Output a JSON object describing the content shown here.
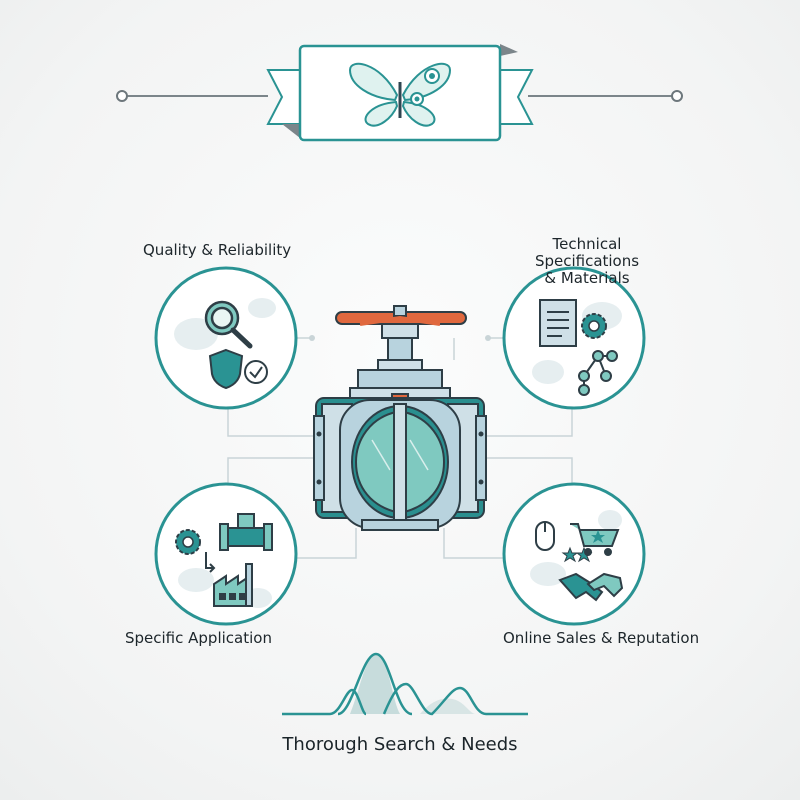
{
  "labels": {
    "quality": "Quality & Reliability",
    "technical_line1": "Technical Specifications",
    "technical_line2": "& Materials",
    "specific": "Specific Application",
    "online": "Online Sales & Reputation",
    "bottom": "Thorough Search & Needs"
  },
  "icons": {
    "banner": "butterfly-gear-icon",
    "center": "butterfly-valve-icon",
    "quality": [
      "magnifier-icon",
      "shield-icon",
      "check-circle-icon"
    ],
    "technical": [
      "document-icon",
      "gear-icon",
      "network-nodes-icon"
    ],
    "specific": [
      "gear-icon",
      "pipe-fitting-icon",
      "factory-icon"
    ],
    "online": [
      "mouse-icon",
      "stars-icon",
      "shopping-cart-icon",
      "handshake-icon"
    ],
    "bottom": "wave-peaks-icon"
  },
  "colors": {
    "teal": "#2a9393",
    "teal_light": "#7fc9c0",
    "steel": "#b8d3de",
    "steel_dark": "#2f4651",
    "accent": "#e0683e",
    "outline": "#2e3e46"
  }
}
